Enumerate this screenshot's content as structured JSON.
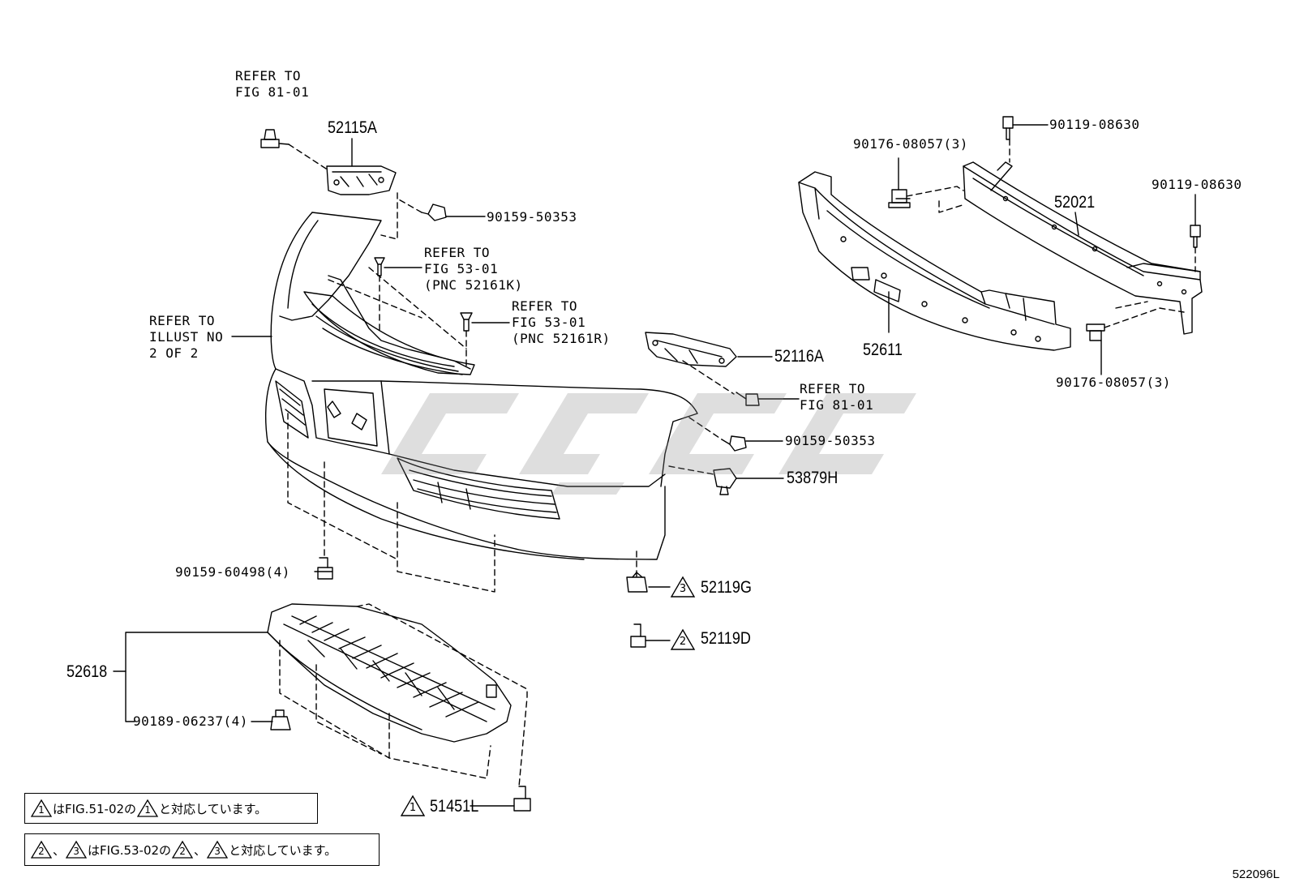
{
  "labels": {
    "refer_81_top": [
      "REFER TO",
      "FIG 81-01"
    ],
    "part_52115A": "52115A",
    "part_90159_50353_top": "90159-50353",
    "refer_53_k": [
      "REFER TO",
      "FIG 53-01",
      "(PNC 52161K)"
    ],
    "refer_53_r": [
      "REFER TO",
      "FIG 53-01",
      "(PNC 52161R)"
    ],
    "refer_illust": [
      "REFER TO",
      "ILLUST NO",
      "2 OF 2"
    ],
    "part_52116A": "52116A",
    "refer_81_mid": [
      "REFER TO",
      "FIG 81-01"
    ],
    "part_90159_50353_mid": "90159-50353",
    "part_53879H": "53879H",
    "part_90159_60498": "90159-60498(4)",
    "part_52119G": "52119G",
    "part_52119D": "52119D",
    "part_52618": "52618",
    "part_90189_06237": "90189-06237(4)",
    "part_51451L": "51451L",
    "part_90176_08057_top": "90176-08057(3)",
    "part_90119_08630_top": "90119-08630",
    "part_52021": "52021",
    "part_90119_08630_right": "90119-08630",
    "part_52611": "52611",
    "part_90176_08057_bottom": "90176-08057(3)"
  },
  "triangles": {
    "t3": "3",
    "t2": "2",
    "t1": "1"
  },
  "notes": {
    "note1": {
      "tri1": "1",
      "text_a": "はFIG.51-02の",
      "tri2": "1",
      "text_b": "と対応しています。"
    },
    "note2": {
      "tri1": "2",
      "sep": "、",
      "tri2": "3",
      "text_a": "はFIG.53-02の",
      "tri3": "2",
      "sep2": "、",
      "tri4": "3",
      "text_b": "と対応しています。"
    }
  },
  "figure_code": "522096L",
  "colors": {
    "ink": "#000000",
    "watermark": "#8a8a8a"
  }
}
